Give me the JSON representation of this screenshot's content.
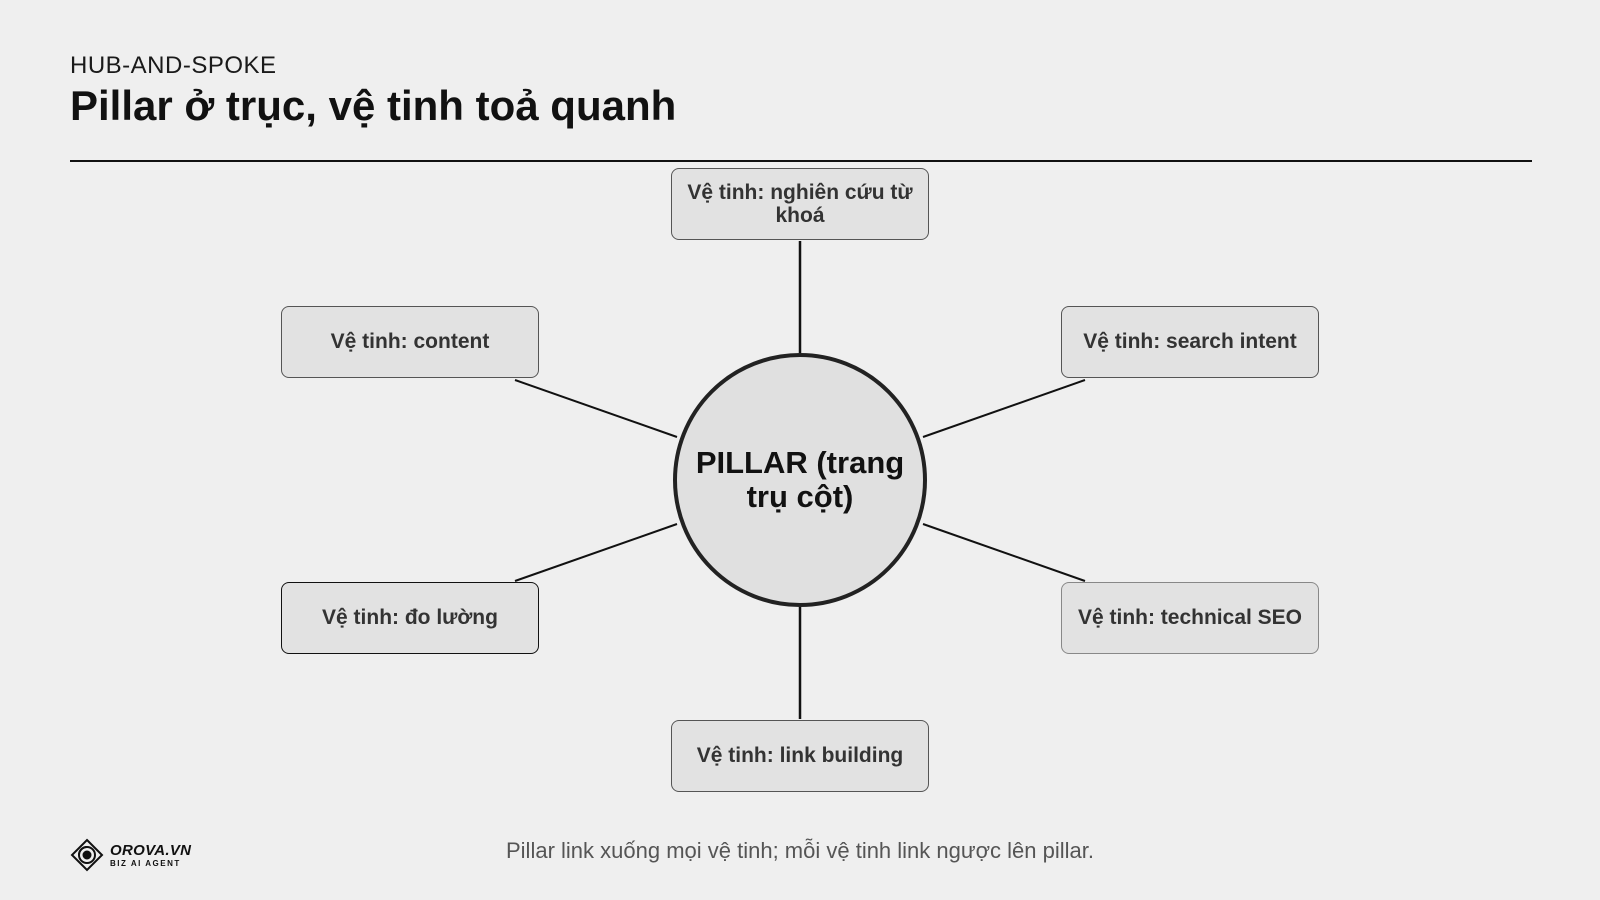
{
  "header": {
    "eyebrow": "HUB-AND-SPOKE",
    "title": "Pillar ở trục, vệ tinh toả quanh"
  },
  "diagram": {
    "hub": "PILLAR (trang trụ cột)",
    "satellites": {
      "top": "Vệ tinh: nghiên cứu từ khoá",
      "top_left": "Vệ tinh: content",
      "top_right": "Vệ tinh: search intent",
      "bottom_left": "Vệ tinh: đo lường",
      "bottom_right": "Vệ tinh: technical SEO",
      "bottom": "Vệ tinh: link building"
    }
  },
  "footer": {
    "caption": "Pillar link xuống mọi vệ tinh; mỗi vệ tinh link ngược lên pillar.",
    "logo_name": "OROVA.VN",
    "logo_tagline": "BIZ AI AGENT"
  }
}
